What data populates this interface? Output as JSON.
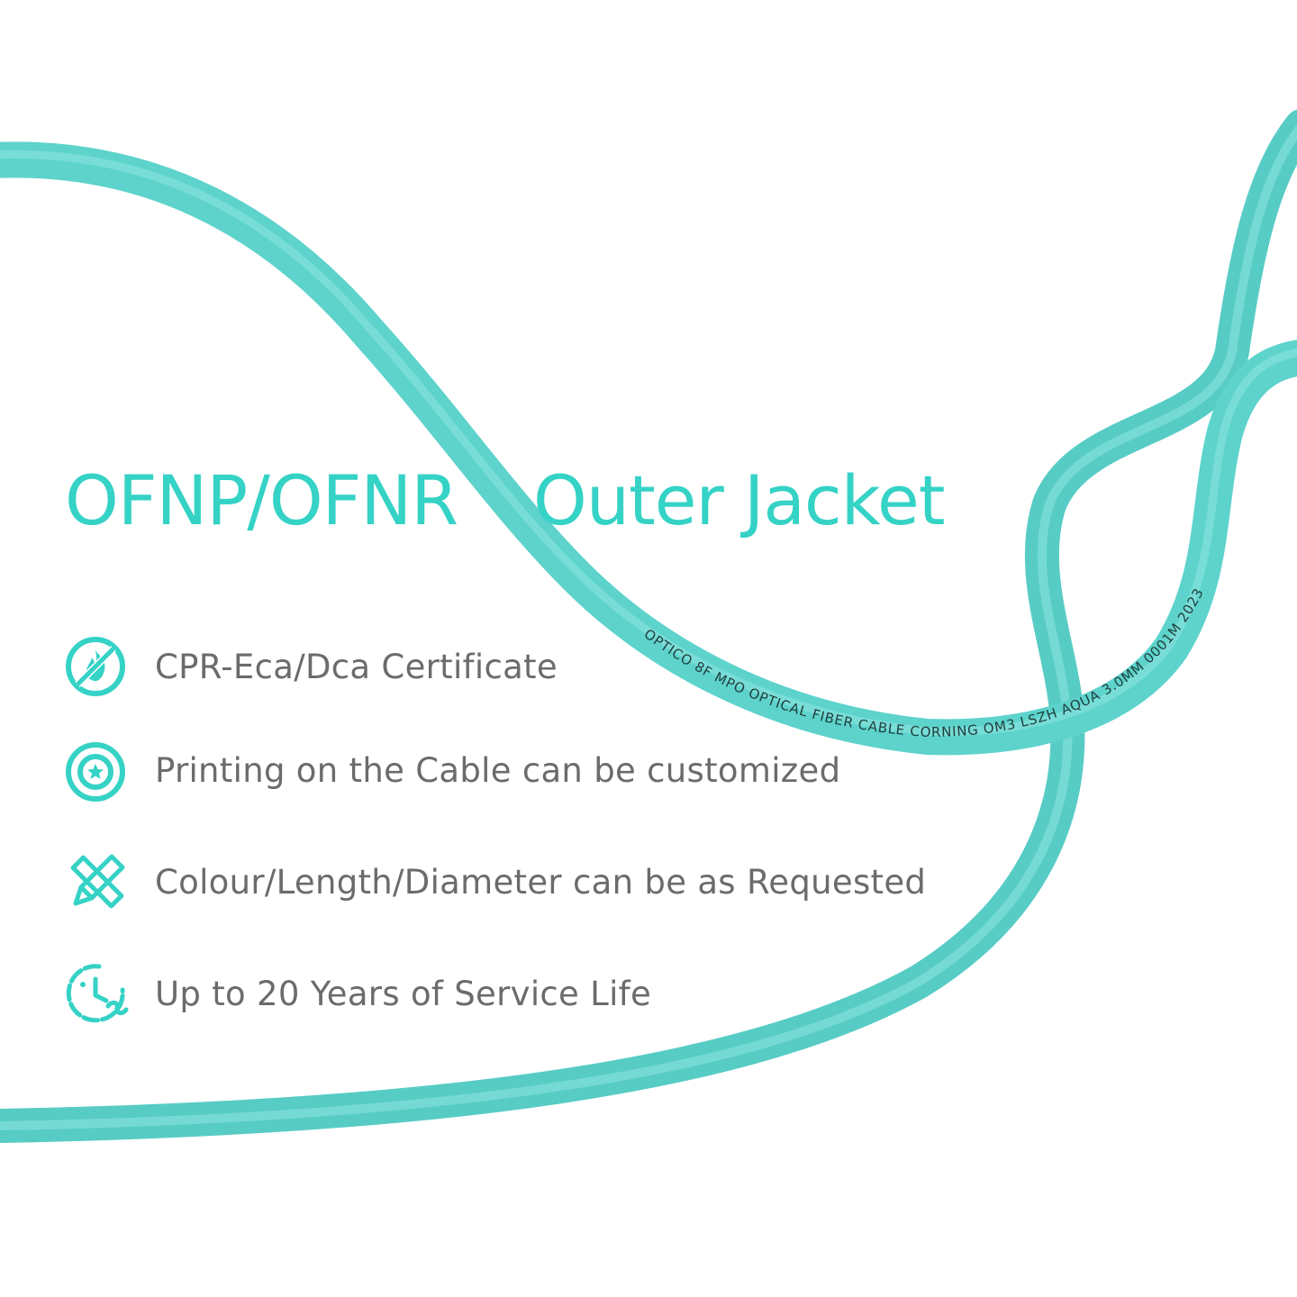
{
  "headline": {
    "part1": "OFNP/OFNR",
    "part2": "Outer Jacket"
  },
  "cable_print": "OPTICO 8F MPO OPTICAL FIBER CABLE CORNING OM3 LSZH AQUA 3.0MM 0001M 2023",
  "features": [
    {
      "icon": "no-fire-icon",
      "label": "CPR-Eca/Dca Certificate"
    },
    {
      "icon": "star-badge-icon",
      "label": "Printing on the Cable can be customized"
    },
    {
      "icon": "pencil-ruler-icon",
      "label": "Colour/Length/Diameter can be as Requested"
    },
    {
      "icon": "clock-service-icon",
      "label": "Up to 20 Years of Service Life"
    }
  ],
  "colors": {
    "accent": "#35d2c6",
    "cable": "#5dd3cc",
    "cable_highlight": "#8fe6e0",
    "text": "#6b6b6b"
  }
}
